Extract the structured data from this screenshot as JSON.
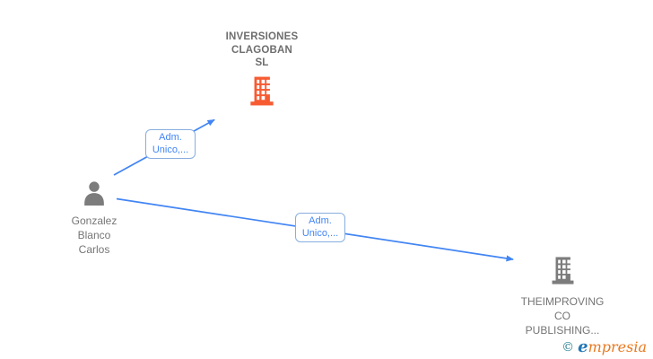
{
  "diagram": {
    "nodes": {
      "company_top": {
        "name": "INVERSIONES CLAGOBAN SL",
        "lines": [
          "INVERSIONES",
          "CLAGOBAN",
          "SL"
        ],
        "icon": "building-icon",
        "icon_color": "#f75b32"
      },
      "person": {
        "name": "Gonzalez Blanco Carlos",
        "lines": [
          "Gonzalez",
          "Blanco",
          "Carlos"
        ],
        "icon": "person-icon",
        "icon_color": "#7c7c7c"
      },
      "company_right": {
        "name": "THEIMPROVING CO PUBLISHING...",
        "lines": [
          "THEIMPROVING",
          "CO",
          "PUBLISHING..."
        ],
        "icon": "building-icon",
        "icon_color": "#7c7c7c"
      }
    },
    "edges": [
      {
        "from": "Gonzalez Blanco Carlos",
        "to": "INVERSIONES CLAGOBAN SL",
        "label": "Adm. Unico,...",
        "label_lines": [
          "Adm.",
          "Unico,..."
        ]
      },
      {
        "from": "Gonzalez Blanco Carlos",
        "to": "THEIMPROVING CO PUBLISHING...",
        "label": "Adm. Unico,...",
        "label_lines": [
          "Adm.",
          "Unico,..."
        ]
      }
    ]
  },
  "footer": {
    "copyright_symbol": "©",
    "brand_first_letter": "e",
    "brand_rest": "mpresia"
  },
  "colors": {
    "edge_blue": "#4285f4",
    "edge_box_border": "#88aedf",
    "building_orange": "#f75b32",
    "node_gray": "#7c7c7c",
    "label_gray": "#757575",
    "title_gray": "#6e6e6e",
    "logo_teal": "#2e8394",
    "logo_blue": "#2377b5",
    "logo_orange": "#e8791e"
  }
}
